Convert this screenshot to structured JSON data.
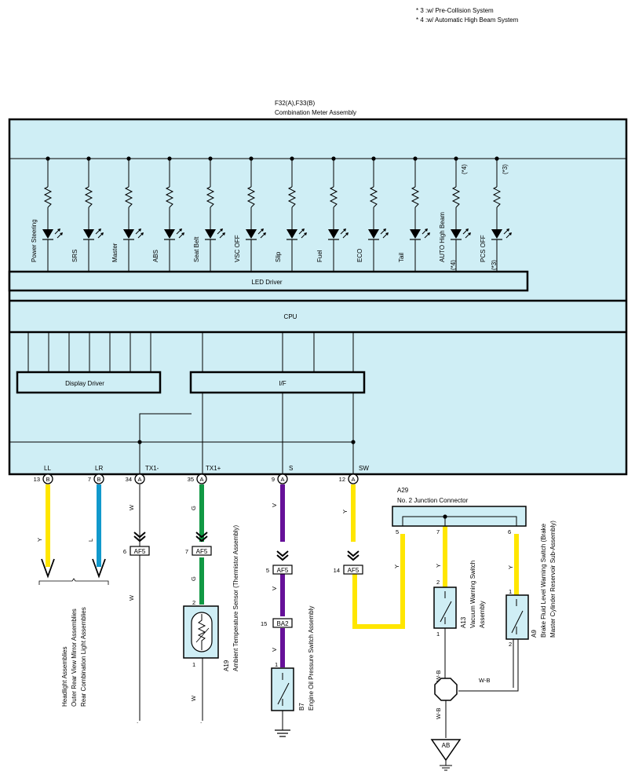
{
  "notes": {
    "n3": "* 3 :w/ Pre-Collision System",
    "n4": "* 4 :w/ Automatic High Beam System"
  },
  "meter": {
    "ref": "F32(A),F33(B)",
    "name": "Combination Meter Assembly",
    "indicators": [
      {
        "label": "Power Steering",
        "note": ""
      },
      {
        "label": "SRS",
        "note": ""
      },
      {
        "label": "Master",
        "note": ""
      },
      {
        "label": "ABS",
        "note": ""
      },
      {
        "label": "Seat Belt",
        "note": ""
      },
      {
        "label": "VSC OFF",
        "note": ""
      },
      {
        "label": "Slip",
        "note": ""
      },
      {
        "label": "Fuel",
        "note": ""
      },
      {
        "label": "ECO",
        "note": ""
      },
      {
        "label": "Tail",
        "note": ""
      },
      {
        "label": "AUTO High Beam",
        "note": "(*4)"
      },
      {
        "label": "PCS OFF",
        "note": "(*3)"
      }
    ],
    "led_driver": "LED Driver",
    "cpu": "CPU",
    "display_driver": "Display Driver",
    "if": "I/F"
  },
  "terminals": [
    {
      "signal": "LL",
      "pin": "13",
      "conn": "B"
    },
    {
      "signal": "LR",
      "pin": "7",
      "conn": "B"
    },
    {
      "signal": "TX1-",
      "pin": "34",
      "conn": "A"
    },
    {
      "signal": "TX1+",
      "pin": "35",
      "conn": "A"
    },
    {
      "signal": "S",
      "pin": "9",
      "conn": "A"
    },
    {
      "signal": "SW",
      "pin": "12",
      "conn": "A"
    }
  ],
  "wire_colors": {
    "Y": "Y",
    "L": "L",
    "W": "W",
    "G": "G",
    "V": "V",
    "WB": "W-B"
  },
  "colors": {
    "yellow": "#ffe600",
    "blue": "#1199cc",
    "green": "#119944",
    "violet": "#661199",
    "box_fill": "#cfeef5"
  },
  "connectors": {
    "af5": "AF5",
    "ba2": "BA2",
    "ab": "AB",
    "pin6": "6",
    "pin7": "7",
    "pin5": "5",
    "pin14": "14",
    "pin15": "15"
  },
  "left_group": {
    "line1": "Headlight Assemblies",
    "line2": "Outer Rear View Mirror Assemblies",
    "line3": "Rear Combination Light Assemblies"
  },
  "a19": {
    "ref": "A19",
    "name": "Ambient Temperature Sensor (Thermistor Assembly)",
    "pin2": "2",
    "pin1": "1"
  },
  "b7": {
    "ref": "B7",
    "name": "Engine Oil Pressure Switch Assembly",
    "pin1": "1"
  },
  "a29": {
    "ref": "A29",
    "name": "No. 2 Junction Connector",
    "pin5": "5",
    "pin7": "7",
    "pin6": "6"
  },
  "a13": {
    "ref": "A13",
    "line1": "Vacuum Warning Switch",
    "line2": "Assembly",
    "pin2": "2",
    "pin1": "1"
  },
  "a9": {
    "ref": "A9",
    "line1": "Brake Fluid Level Warning Switch (Brake",
    "line2": "Master Cylinder Reservoir Sub-Assembly)",
    "pin1": "1",
    "pin2": "2"
  }
}
